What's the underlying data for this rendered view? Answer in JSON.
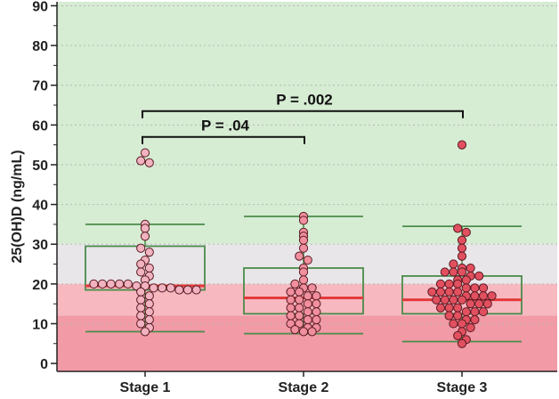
{
  "chart_data": {
    "type": "box",
    "ylabel": "25(OH)D (ng/mL)",
    "ylim": [
      -2,
      91
    ],
    "yticks": [
      0,
      10,
      20,
      30,
      40,
      50,
      60,
      70,
      80,
      90
    ],
    "categories": [
      "Stage 1",
      "Stage 2",
      "Stage 3"
    ],
    "background_bands": [
      {
        "from": 30,
        "to": 91,
        "color": "#d6ecd3"
      },
      {
        "from": 20,
        "to": 30,
        "color": "#e8e6e9"
      },
      {
        "from": 12,
        "to": 20,
        "color": "#f7b8c0"
      },
      {
        "from": -2,
        "to": 12,
        "color": "#f29aa6"
      }
    ],
    "boxes": [
      {
        "category": "Stage 1",
        "whisker_low": 8,
        "q1": 18.5,
        "median": 19.5,
        "q3": 29.5,
        "whisker_high": 35
      },
      {
        "category": "Stage 2",
        "whisker_low": 7.5,
        "q1": 12.5,
        "median": 16.5,
        "q3": 24,
        "whisker_high": 37
      },
      {
        "category": "Stage 3",
        "whisker_low": 5.5,
        "q1": 12.5,
        "median": 16,
        "q3": 22,
        "whisker_high": 34.5
      }
    ],
    "points": [
      {
        "category": "Stage 1",
        "color": "#f2b3c0",
        "values": [
          53,
          51,
          50.5,
          35,
          34,
          32,
          29,
          28,
          26,
          25,
          24,
          23,
          22,
          21,
          20,
          20,
          20,
          20,
          20,
          19.5,
          19.5,
          19,
          19,
          19,
          18.5,
          18.5,
          18.5,
          18,
          17,
          16,
          15,
          14,
          13,
          12,
          11,
          10,
          9,
          8
        ]
      },
      {
        "category": "Stage 2",
        "color": "#f08f9e",
        "values": [
          37,
          36,
          33,
          32,
          31,
          29,
          27,
          26,
          24,
          23,
          21,
          20,
          19,
          19,
          18,
          18,
          17,
          17,
          16,
          16,
          15,
          15,
          14,
          14,
          13,
          13,
          12,
          12,
          11,
          11,
          10,
          10,
          9,
          9,
          8.5,
          8,
          8
        ]
      },
      {
        "category": "Stage 3",
        "color": "#e2505f",
        "values": [
          55,
          34,
          33,
          31,
          29,
          27,
          25,
          24,
          24,
          23,
          23,
          23,
          22,
          22,
          21,
          21,
          20,
          20,
          20,
          19,
          19,
          19,
          18,
          18,
          18,
          18,
          17,
          17,
          17,
          17,
          16,
          16,
          16,
          16,
          15,
          15,
          15,
          14,
          14,
          14,
          13,
          13,
          13,
          12,
          12,
          11,
          11,
          10,
          10,
          9,
          8,
          7,
          6,
          5
        ]
      }
    ],
    "colors": {
      "box_stroke": "#4a8c4a",
      "median": "#e23a3a",
      "point_stroke": "#5a1a22",
      "axis": "#222222",
      "grid": "#b8b8b8"
    },
    "annotations": [
      {
        "from": "Stage 1",
        "to": "Stage 3",
        "y": 63.5,
        "label": "P = .002"
      },
      {
        "from": "Stage 1",
        "to": "Stage 2",
        "y": 57,
        "label": "P = .04"
      }
    ]
  }
}
